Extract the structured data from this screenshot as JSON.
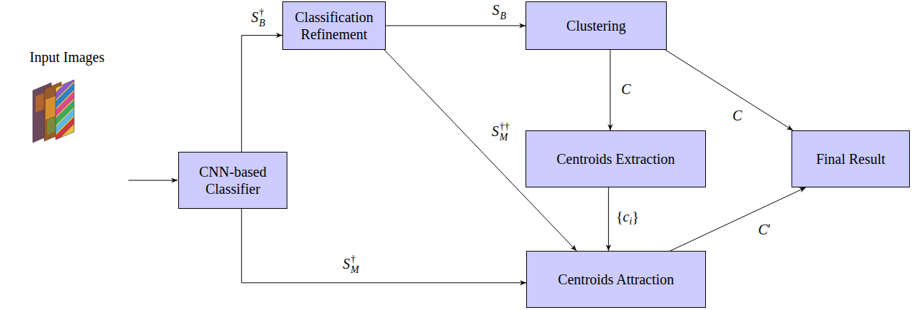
{
  "diagram": {
    "nodes": [
      {
        "text": [
          "CNN-based Classifier"
        ]
      },
      {
        "text": [
          "Classification Refinement"
        ]
      },
      {
        "text": [
          "Clustering"
        ]
      },
      {
        "text": [
          "Centroids Extraction"
        ]
      },
      {
        "text": [
          "Final Result"
        ]
      },
      {
        "text": [
          "Centroids Attraction"
        ]
      }
    ],
    "edges": [
      {
        "from": 0,
        "to": 1,
        "arrow": "to",
        "label": "S†B"
      },
      {
        "from": 1,
        "to": 2,
        "arrow": "to",
        "label": "SB"
      },
      {
        "from": 2,
        "to": 3,
        "arrow": "to",
        "label": "C"
      },
      {
        "from": 2,
        "to": 4,
        "arrow": "to",
        "label": "C"
      },
      {
        "from": 1,
        "to": 5,
        "arrow": "to",
        "label": "S††M"
      },
      {
        "from": 3,
        "to": 5,
        "arrow": "to",
        "label": "{ci}"
      },
      {
        "from": 0,
        "to": 5,
        "arrow": "to",
        "label": "S†M"
      },
      {
        "from": 5,
        "to": 4,
        "arrow": "to",
        "label": "C′"
      }
    ],
    "labels": [
      "Input Images"
    ]
  }
}
